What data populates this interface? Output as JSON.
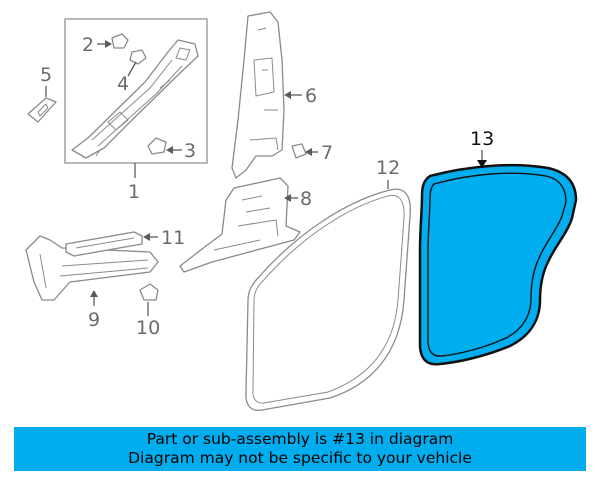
{
  "callouts": {
    "c1": "1",
    "c2": "2",
    "c3": "3",
    "c4": "4",
    "c5": "5",
    "c6": "6",
    "c7": "7",
    "c8": "8",
    "c9": "9",
    "c10": "10",
    "c11": "11",
    "c12": "12",
    "c13": "13"
  },
  "banner": {
    "line1": "Part or sub-assembly is #13 in diagram",
    "line2": "Diagram may not be specific to your vehicle"
  },
  "colors": {
    "highlight": "#00AEEF",
    "banner": "#00AEEF",
    "outline": "#8a8a8a"
  }
}
